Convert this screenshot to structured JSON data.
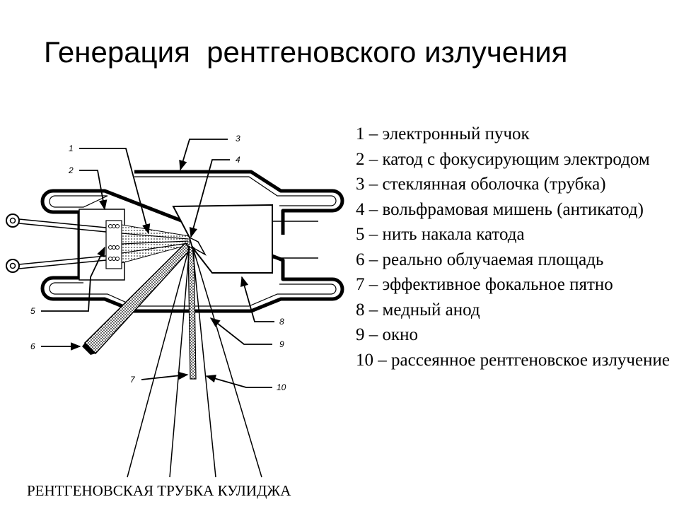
{
  "title": "Генерация  рентгеновского излучения",
  "legend": [
    "1 – электронный пучок",
    "2 – катод с фокусирующим электродом",
    "3 – стеклянная оболочка (трубка)",
    "4 – вольфрамовая мишень (антикатод)",
    "5 – нить накала катода",
    "6 – реально облучаемая площадь",
    "7 – эффективное фокальное пятно",
    "8 – медный анод",
    "9 – окно",
    "10 – рассеянное рентгеновское излучение"
  ],
  "labels": {
    "l1": "1",
    "l2": "2",
    "l3": "3",
    "l4": "4",
    "l5": "5",
    "l6": "6",
    "l7": "7",
    "l8": "8",
    "l9": "9",
    "l10": "10"
  },
  "caption": "РЕНТГЕНОВСКАЯ ТРУБКА КУЛИДЖА"
}
